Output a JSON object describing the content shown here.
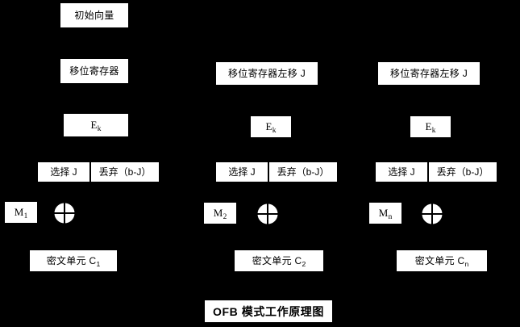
{
  "diagram": {
    "title": "OFB 模式工作原理图",
    "background_color": "#000000",
    "box_fill_color": "#ffffff",
    "text_color": "#000000",
    "columns": [
      {
        "id": "column-1",
        "initial_vector": "初始向量",
        "shift_register": "移位寄存器",
        "encrypt_label": "E",
        "encrypt_subscript": "k",
        "select_label": "选择 J",
        "discard_label": "丢弃（b-J）",
        "plaintext_label": "M",
        "plaintext_subscript": "1",
        "xor_symbol": "xor-circle",
        "ciphertext_label": "密文单元 C",
        "ciphertext_subscript": "1"
      },
      {
        "id": "column-2",
        "shift_register": "移位寄存器左移 J",
        "encrypt_label": "E",
        "encrypt_subscript": "k",
        "select_label": "选择 J",
        "discard_label": "丢弃（b-J）",
        "plaintext_label": "M",
        "plaintext_subscript": "2",
        "xor_symbol": "xor-circle",
        "ciphertext_label": "密文单元 C",
        "ciphertext_subscript": "2"
      },
      {
        "id": "column-3",
        "shift_register": "移位寄存器左移 J",
        "encrypt_label": "E",
        "encrypt_subscript": "k",
        "select_label": "选择 J",
        "discard_label": "丢弃（b-J）",
        "plaintext_label": "M",
        "plaintext_subscript": "n",
        "xor_symbol": "xor-circle",
        "ciphertext_label": "密文单元 C",
        "ciphertext_subscript": "n"
      }
    ]
  }
}
